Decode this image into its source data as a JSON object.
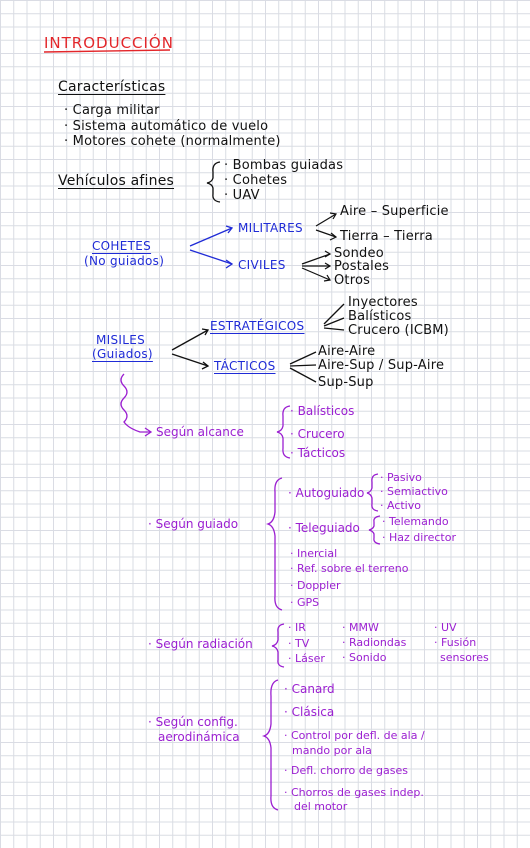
{
  "title": "INTRODUCCIÓN",
  "caracteristicas": {
    "heading": "Características",
    "items": [
      "· Carga militar",
      "· Sistema automático de vuelo",
      "· Motores cohete (normalmente)"
    ]
  },
  "vehiculos": {
    "label": "Vehículos afines",
    "items": [
      "· Bombas guiadas",
      "· Cohetes",
      "· UAV"
    ]
  },
  "cohetes": {
    "label": "COHETES",
    "sub": "(No guiados)",
    "militares": "MILITARES",
    "militares_items": [
      "Aire – Superficie",
      "Tierra – Tierra"
    ],
    "civiles": "CIVILES",
    "civiles_items": [
      "Sondeo",
      "Postales",
      "Otros"
    ]
  },
  "misiles": {
    "label": "MISILES",
    "sub": "(Guiados)",
    "estrategicos": "ESTRATÉGICOS",
    "estrategicos_items": [
      "Inyectores",
      "Balísticos",
      "Crucero (ICBM)"
    ],
    "tacticos": "TÁCTICOS",
    "tacticos_items": [
      "Aire-Aire",
      "Aire-Sup / Sup-Aire",
      "Sup-Sup"
    ]
  },
  "alcance": {
    "label": "Según alcance",
    "items": [
      "· Balísticos",
      "· Crucero",
      "· Tácticos"
    ]
  },
  "guiado": {
    "label": "· Según guiado",
    "autoguiado": "· Autoguiado",
    "autoguiado_items": [
      "· Pasivo",
      "· Semiactivo",
      "· Activo"
    ],
    "teleguiado": "· Teleguiado",
    "teleguiado_items": [
      "· Telemando",
      "· Haz director"
    ],
    "others": [
      "· Inercial",
      "· Ref. sobre el terreno",
      "· Doppler",
      "· GPS"
    ]
  },
  "radiacion": {
    "label": "· Según radiación",
    "col1": [
      "· IR",
      "· TV",
      "· Láser"
    ],
    "col2": [
      "· MMW",
      "· Radiondas",
      "· Sonido"
    ],
    "col3": [
      "· UV",
      "· Fusión",
      "sensores"
    ]
  },
  "config": {
    "label1": "· Según config.",
    "label2": "aerodinámica",
    "items": [
      "· Canard",
      "· Clásica",
      "· Control por defl. de ala /",
      "mando por ala",
      "· Defl. chorro de gases",
      "· Chorros de gases indep.",
      "del motor"
    ]
  }
}
